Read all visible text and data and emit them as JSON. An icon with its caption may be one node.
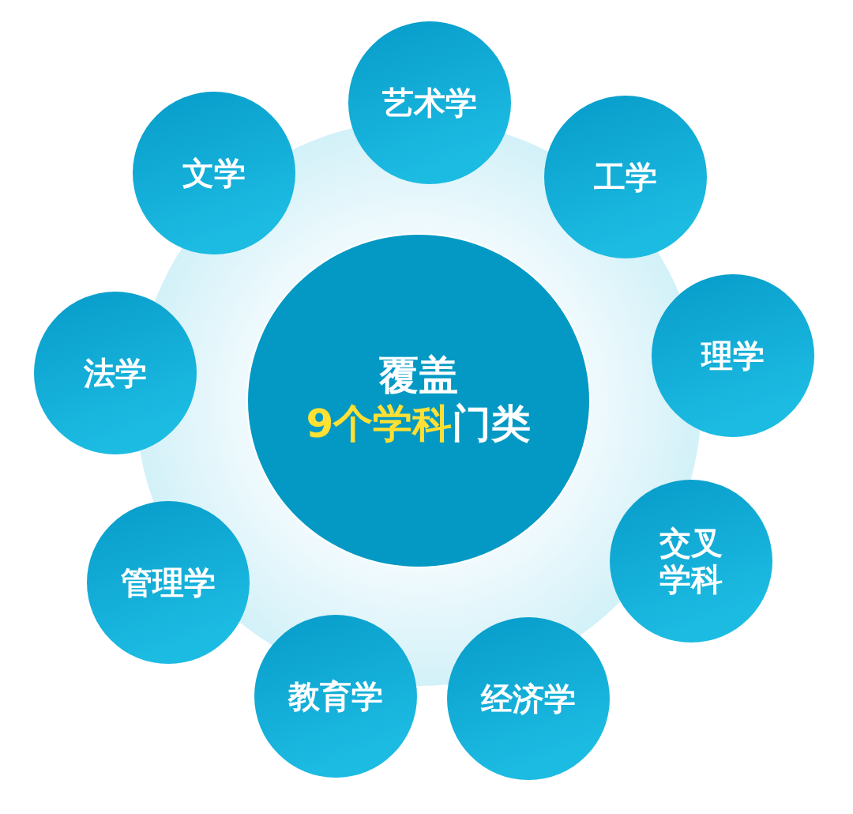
{
  "diagram": {
    "nodes": [
      {
        "text": [
          "艺术学"
        ]
      },
      {
        "text": [
          "文学"
        ]
      },
      {
        "text": [
          "工学"
        ]
      },
      {
        "text": [
          "理学"
        ]
      },
      {
        "text": [
          "法学"
        ]
      },
      {
        "text": [
          "覆盖",
          "9个学科",
          "门类"
        ]
      },
      {
        "text": [
          "交叉学科"
        ]
      },
      {
        "text": [
          "管理学"
        ]
      },
      {
        "text": [
          "教育学"
        ]
      },
      {
        "text": [
          "经济学"
        ]
      }
    ]
  }
}
